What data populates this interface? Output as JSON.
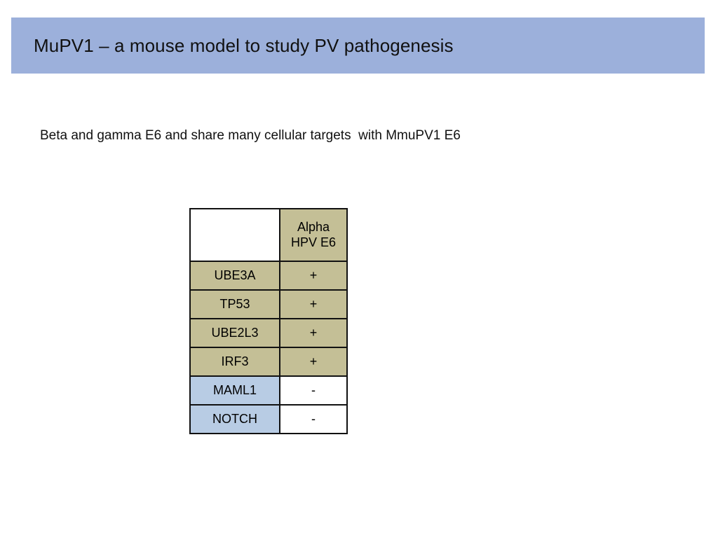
{
  "slide": {
    "title": "MuPV1 – a mouse model to study PV pathogenesis",
    "subtitle": "Beta and gamma E6 and share many cellular targets  with MmuPV1 E6"
  },
  "colors": {
    "banner": "#9CB0DB",
    "tan_cell": "#C4BF96",
    "blue_cell": "#B8CCE4",
    "white_cell": "#FFFFFF",
    "border": "#111111",
    "text": "#111111"
  },
  "table": {
    "corner_label": "",
    "column_header_line1": "Alpha",
    "column_header_line2": "HPV E6",
    "rows": [
      {
        "label": "UBE3A",
        "value": "+",
        "label_fill": "tan",
        "value_fill": "tan"
      },
      {
        "label": "TP53",
        "value": "+",
        "label_fill": "tan",
        "value_fill": "tan"
      },
      {
        "label": "UBE2L3",
        "value": "+",
        "label_fill": "tan",
        "value_fill": "tan"
      },
      {
        "label": "IRF3",
        "value": "+",
        "label_fill": "tan",
        "value_fill": "tan"
      },
      {
        "label": "MAML1",
        "value": "-",
        "label_fill": "blue",
        "value_fill": "white"
      },
      {
        "label": "NOTCH",
        "value": "-",
        "label_fill": "blue",
        "value_fill": "white"
      }
    ]
  }
}
